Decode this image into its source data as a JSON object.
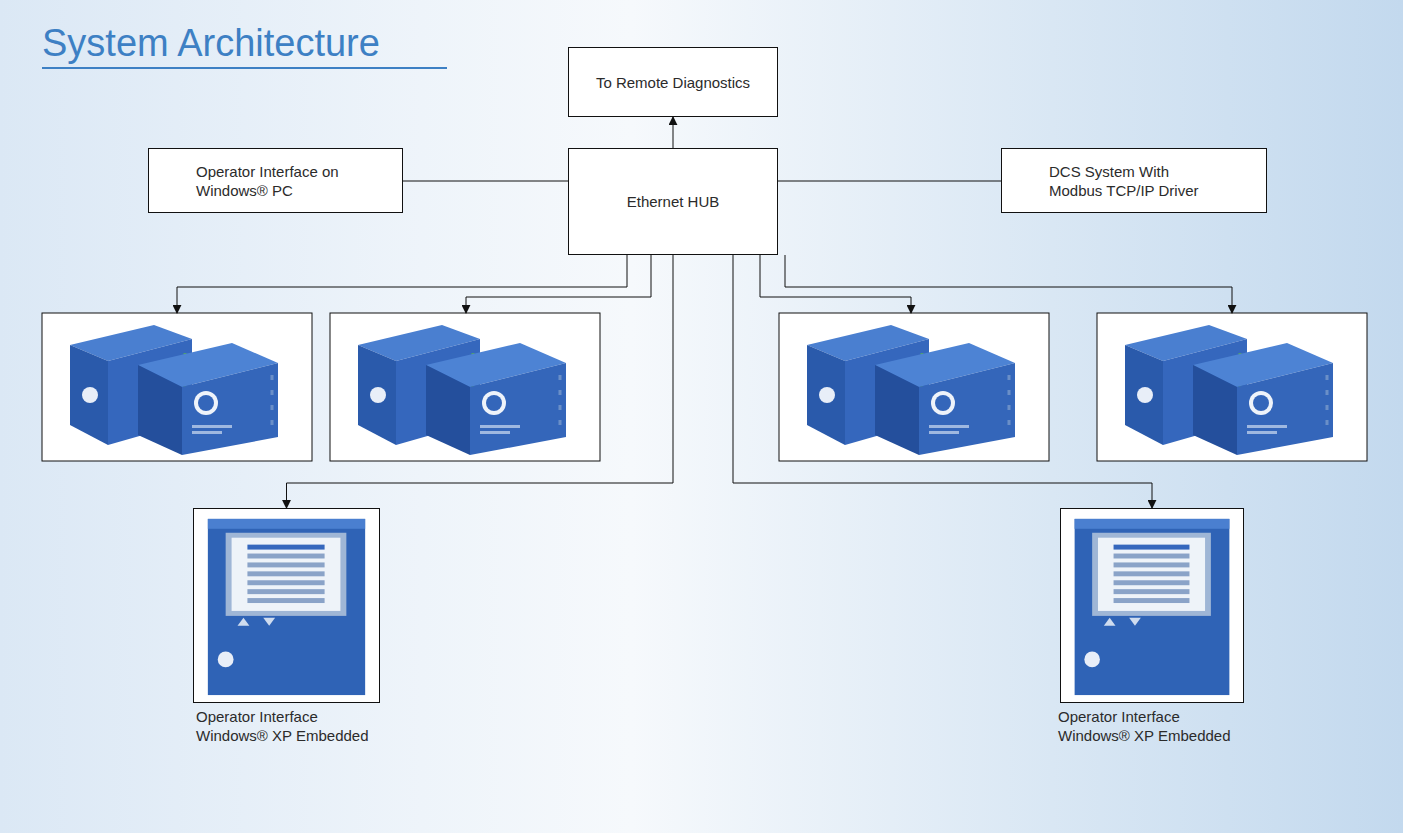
{
  "diagram": {
    "title": "System Architecture",
    "nodes": [
      {
        "text": [
          "To Remote Diagnostics"
        ]
      },
      {
        "text": [
          "Operator Interface on Windows® PC"
        ]
      },
      {
        "text": [
          "Ethernet HUB"
        ]
      },
      {
        "text": [
          "DCS System With Modbus TCP/IP Driver"
        ]
      },
      {
        "text": [
          "Operator Interface Windows® XP Embedded"
        ]
      },
      {
        "text": [
          "Operator Interface Windows® XP Embedded"
        ]
      }
    ],
    "edges": [
      {
        "from": 2,
        "to": 0,
        "arrow": "to"
      },
      {
        "from": 1,
        "to": 2,
        "arrow": "none"
      },
      {
        "from": 2,
        "to": 3,
        "arrow": "none"
      },
      {
        "from": 2,
        "to": 4,
        "arrow": "to"
      },
      {
        "from": 2,
        "to": 5,
        "arrow": "to"
      }
    ]
  }
}
